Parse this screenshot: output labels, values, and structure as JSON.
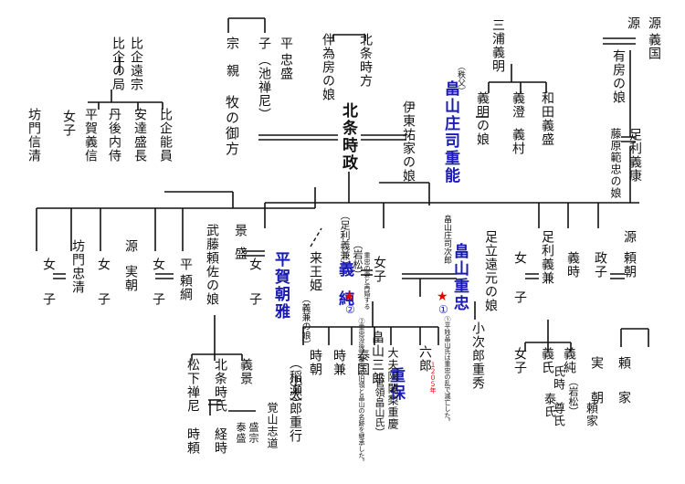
{
  "people": {
    "hiki_yoshikazu": "比企能員",
    "hiki_tosune": "比企遠宗",
    "hiki_no_tsubone": "比企の局",
    "adachi": "安達盛長",
    "tango": "丹後内侍",
    "hiraga_yoshinobu": "平賀義信",
    "onna1": "女子",
    "bomon_nobukiyo": "坊門信清",
    "taira_munechika": "平",
    "munechika": "宗",
    "chikamune_sub": "親",
    "tadamori_sub": "子",
    "ikenozenni": "（池禅尼）",
    "tadamori": "忠盛",
    "maki": "牧の御方",
    "hojo_tokikata": "北条時方",
    "ito_daughter_of": "伴為房の娘",
    "hojo_tokimasa": "北条時政",
    "ito_sukechika_daughter": "伊東祐家の娘",
    "miura": "三浦義明",
    "chichibu": "（秩父）",
    "hatakeyama_shigeyoshi": "畠山庄司重能",
    "yoshiaki_daughter": "義明の娘",
    "yoshizumi": "義澄",
    "yoshimura": "義村",
    "wada": "和田義盛",
    "minamoto_genji": "源",
    "yoshikuni": "義国",
    "arifusa_daughter": "有房の娘",
    "fujiwara_daughter": "藤原範忠の娘",
    "ashikaga_yoshiyasu": "足利義康",
    "bucho_yoshimori_label": "武藤頼佐の娘",
    "kage": "景",
    "mori": "盛",
    "hiraga_tomomasa": "平賀朝雅",
    "ashikaga_yoshikane": "（足利義兼）",
    "iwamatsu": "（岩松）",
    "yoshizumi2": "義",
    "yoshizumi2b": "純",
    "kinohime": "来王姫",
    "kinohime_note": "（義兼の娘）",
    "onna_s": "女子",
    "hatakeyama_shigetada": "畠山重忠",
    "shoji_jiro": "畠山庄司次郎",
    "adachi_tomomoto": "足立遠元の娘",
    "ashikaga_yoshikane2": "足利義兼",
    "yoshitoki": "義時",
    "masako": "政子",
    "minamoto2": "源",
    "yoritomo": "頼朝",
    "onna_a": "女",
    "shi_a": "子",
    "bomon_tadakiyo": "坊門忠清",
    "minamoto_sanetomo": "源",
    "sanetomo": "実朝",
    "hei": "平",
    "yoritsuna": "頼綱",
    "onna_k": "女",
    "ko_k": "子",
    "shigeyasu_label": "重保",
    "oyagi": "大夫阿闍梨重慶",
    "rokuro": "六郎",
    "koshijiro": "小次郎重秀",
    "kotaro": "小太郎重行",
    "onna_z": "女子",
    "yoshiuji": "義氏",
    "iwamatsu2": "（岩松）",
    "yoshizumi3": "義純",
    "hatakeyama_yasukuni": "畠山三郎",
    "yasukuni": "泰国",
    "yasukuni_note": "（管領畠山氏）",
    "tokitomo": "時朝",
    "tokikane": "時兼",
    "kodaisho": "（稲瀬）",
    "jitsu": "実",
    "asa": "朝",
    "yori": "頼",
    "ie": "家",
    "matsushita": "松下禅尼",
    "hojo_tokiuji": "北条時氏",
    "yoshikage": "義景",
    "kakuzan": "覚山志道",
    "morimune": "盛宗",
    "tokiyori": "時頼",
    "tsunetoki": "経時",
    "yasumori": "泰盛",
    "kage2": "景",
    "ujitoki": "氏時",
    "yasuuji": "泰氏",
    "yoriie": "頼家",
    "tadashi": "尊氏",
    "shigetada_note1": "①平姓畠山氏は重忠の乱で滅亡した。",
    "shigetada_year": "１２０５年",
    "yoshizumi_note": "②重忠没後、重忠の旧領と畠山の名跡を継承した。",
    "yoshizumi_note2": "重忠の妻と再婚する"
  },
  "colors": {
    "highlight": "#1a1ab4",
    "mark": "#e00000"
  }
}
